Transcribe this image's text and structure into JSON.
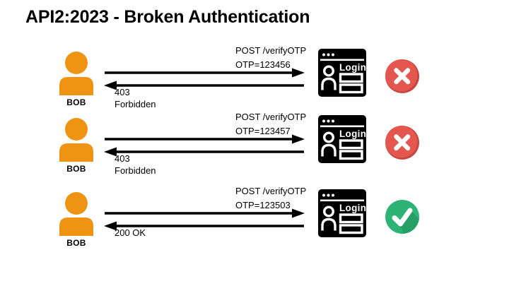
{
  "title": "API2:2023 - Broken Authentication",
  "colors": {
    "actor": "#EE9312",
    "server_bg": "#000000",
    "error": "#E4574E",
    "error_shadow": "#C7463F",
    "success": "#2EB377",
    "success_shadow": "#24A067",
    "arrow": "#000000",
    "text": "#000000",
    "background": "#FFFFFF"
  },
  "rows": [
    {
      "actor": "BOB",
      "request_line1": "POST /verifyOTP",
      "request_line2": "OTP=123456",
      "response_line1": "403",
      "response_line2": "Forbidden",
      "server_label": "Login",
      "status": "error"
    },
    {
      "actor": "BOB",
      "request_line1": "POST /verifyOTP",
      "request_line2": "OTP=123457",
      "response_line1": "403",
      "response_line2": "Forbidden",
      "server_label": "Login",
      "status": "error"
    },
    {
      "actor": "BOB",
      "request_line1": "POST /verifyOTP",
      "request_line2": "OTP=123503",
      "response_line1": "200 OK",
      "response_line2": "",
      "server_label": "Login",
      "status": "success"
    }
  ]
}
